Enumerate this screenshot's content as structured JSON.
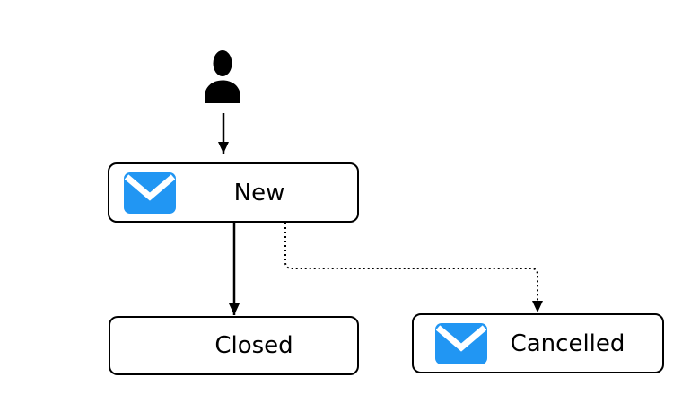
{
  "colors": {
    "accent": "#2196F3",
    "line": "#000000",
    "node_fill": "#FFFFFF",
    "text": "#000000",
    "envelope_flap": "#FFFFFF"
  },
  "nodes": {
    "actor": {
      "icon": "person"
    },
    "new": {
      "label": "New",
      "icon": "envelope"
    },
    "closed": {
      "label": "Closed"
    },
    "cancelled": {
      "label": "Cancelled",
      "icon": "envelope"
    }
  },
  "edges": [
    {
      "from": "actor",
      "to": "new",
      "style": "solid"
    },
    {
      "from": "new",
      "to": "closed",
      "style": "solid"
    },
    {
      "from": "new",
      "to": "cancelled",
      "style": "dotted"
    }
  ]
}
